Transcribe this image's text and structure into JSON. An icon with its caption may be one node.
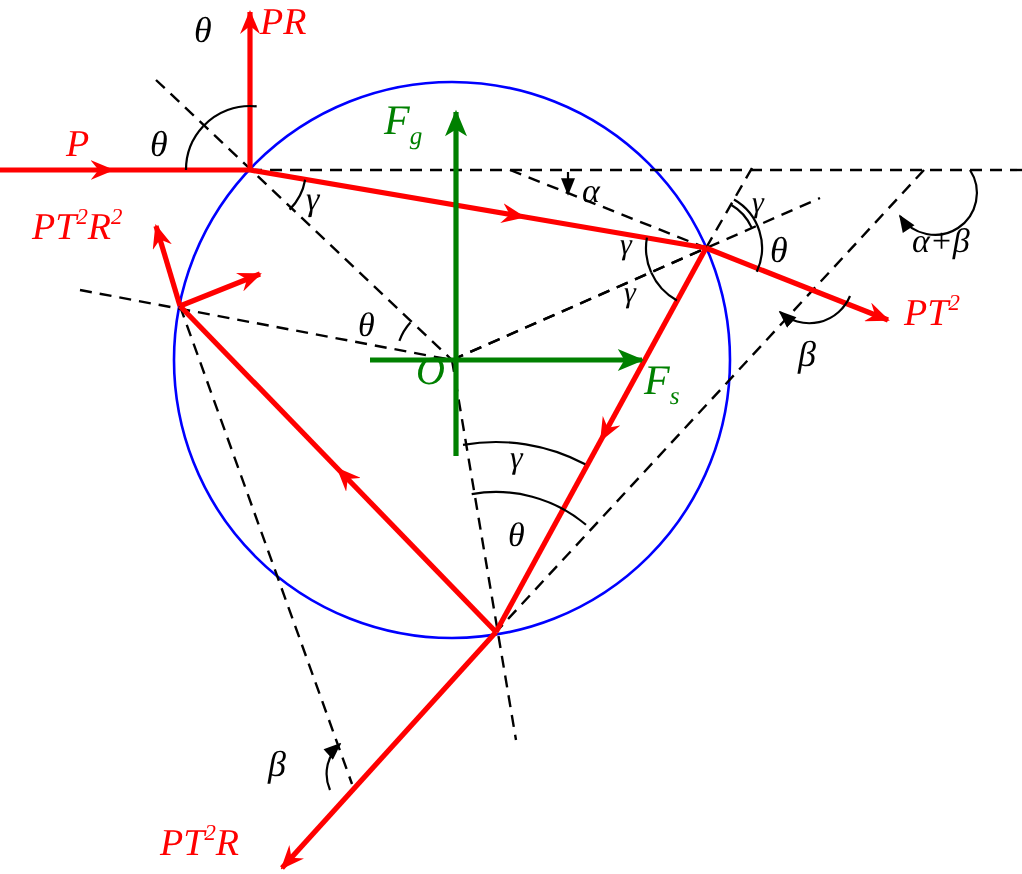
{
  "diagram": {
    "labels": [
      "PR",
      "θ",
      "P",
      "θ",
      "F$_{g}$",
      "γ",
      "α",
      "γ",
      "α+β",
      "PT$^{2}$R$^{2}$",
      "θ",
      "γ",
      "γ",
      "θ",
      "O",
      "F$_{s}$",
      "β",
      "PT$^{2}$",
      "γ",
      "θ",
      "β",
      "PT$^{2}$R"
    ]
  }
}
